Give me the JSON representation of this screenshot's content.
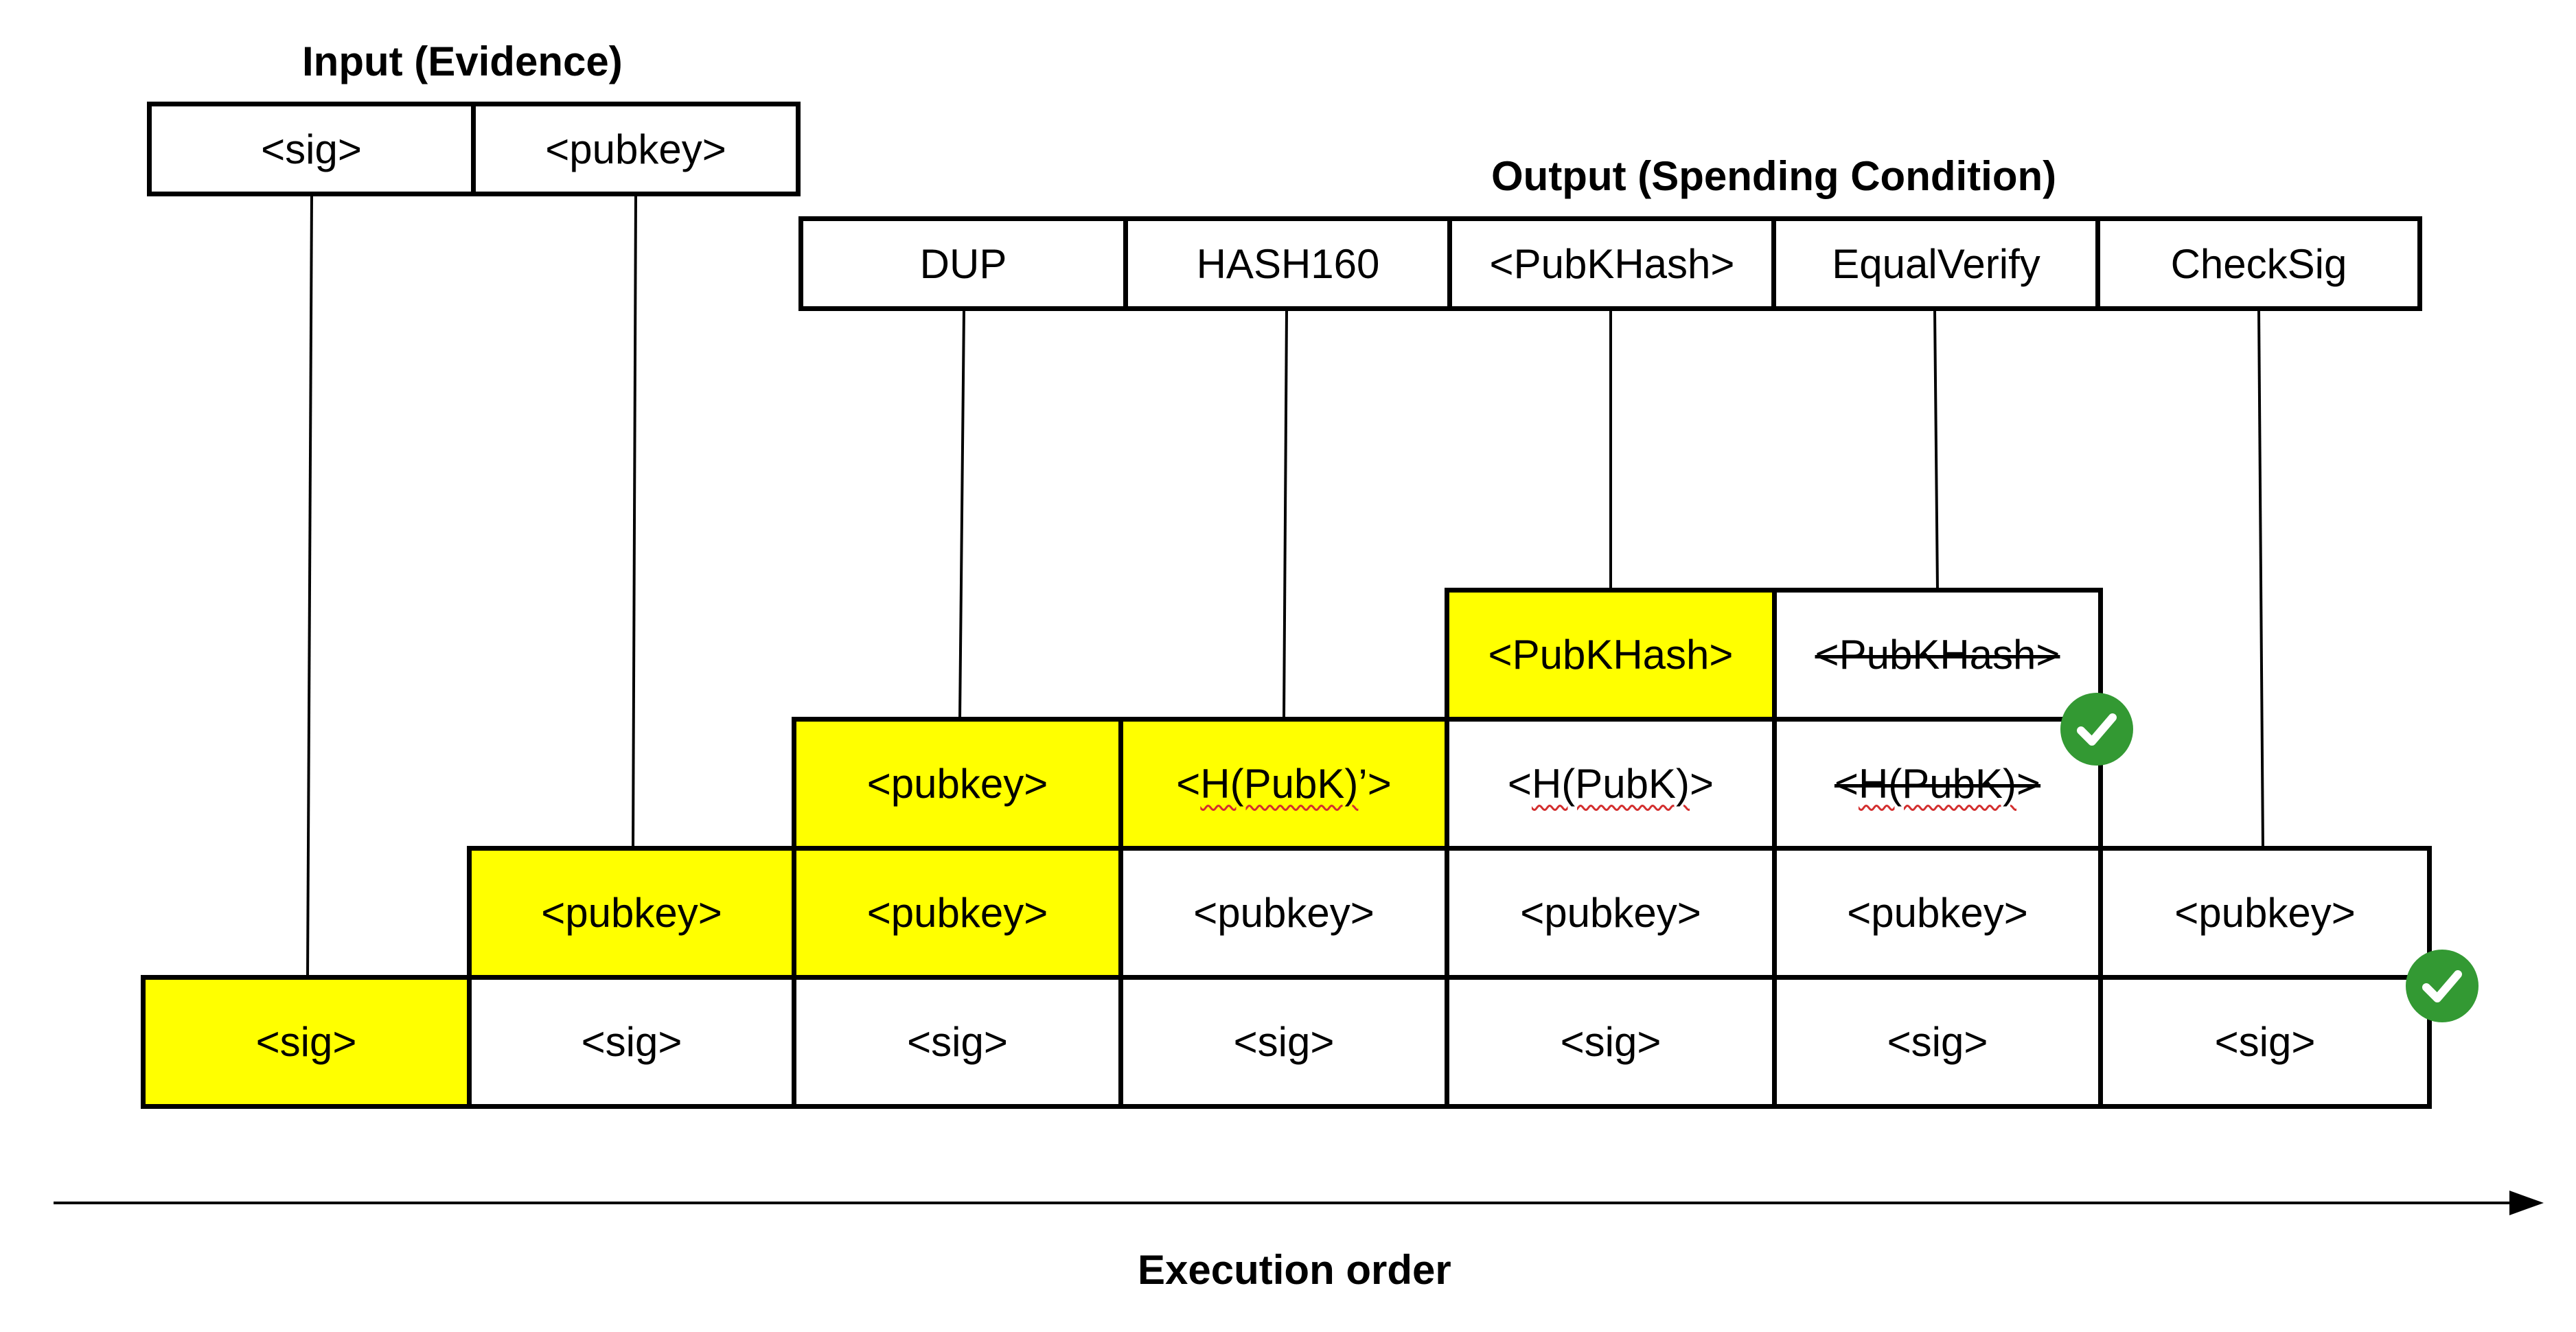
{
  "input": {
    "title": "Input (Evidence)",
    "items": [
      "<sig>",
      "<pubkey>"
    ]
  },
  "output": {
    "title": "Output (Spending Condition)",
    "items": [
      "DUP",
      "HASH160",
      "<PubKHash>",
      "EqualVerify",
      "CheckSig"
    ]
  },
  "stack": {
    "row4": {
      "col5": "<PubKHash>",
      "col6": "<PubKHash>"
    },
    "row3": {
      "col3": "<pubkey>",
      "col4_pre": "<",
      "col4_squig": "H(PubK)",
      "col4_post": "’>",
      "col5_pre": "<",
      "col5_squig": "H(PubK)",
      "col5_post": ">",
      "col6_pre": "<",
      "col6_squig": "H(PubK)",
      "col6_post": ">"
    },
    "row2": [
      "<pubkey>",
      "<pubkey>",
      "<pubkey>",
      "<pubkey>",
      "<pubkey>",
      "<pubkey>"
    ],
    "row1": [
      "<sig>",
      "<sig>",
      "<sig>",
      "<sig>",
      "<sig>",
      "<sig>",
      "<sig>"
    ]
  },
  "axis": {
    "label": "Execution order"
  },
  "colors": {
    "highlight": "#ffff00",
    "check": "#339933"
  },
  "icons": {
    "check": "check-circle-icon"
  }
}
